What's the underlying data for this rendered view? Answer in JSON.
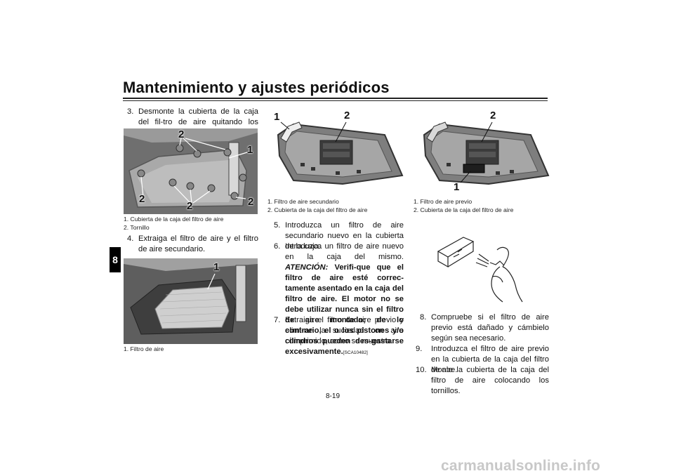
{
  "header": {
    "title": "Mantenimiento y ajustes periódicos",
    "chapter": "8"
  },
  "page_number": "8-19",
  "watermark": "carmanualsonline.info",
  "col1": {
    "step3": {
      "num": "3.",
      "text": "Desmonte la cubierta de la caja del fil-tro de aire quitando los tornillos."
    },
    "fig1": {
      "callouts": [
        "2",
        "1",
        "2",
        "2",
        "2"
      ],
      "captions": [
        "1. Cubierta de la caja del filtro de aire",
        "2. Tornillo"
      ]
    },
    "step4": {
      "num": "4.",
      "text": "Extraiga el filtro de aire y el filtro de aire secundario."
    },
    "fig2": {
      "callouts": [
        "1"
      ],
      "captions": [
        "1. Filtro de aire"
      ]
    }
  },
  "col2": {
    "fig3": {
      "callouts": [
        "1",
        "2"
      ],
      "captions": [
        "1. Filtro de aire secundario",
        "2. Cubierta de la caja del filtro de aire"
      ]
    },
    "step5": {
      "num": "5.",
      "text": "Introduzca un filtro de aire secundario nuevo en la cubierta de la caja."
    },
    "step6": {
      "num": "6.",
      "text": "Introduzca un filtro de aire nuevo en la caja del mismo.",
      "atencion_label": "ATENCIÓN:",
      "atencion_text": "Verifi-que que el filtro de aire esté correc-tamente asentado en la caja del filtro de aire. El motor no se debe utilizar nunca sin el filtro de aire montado; de lo contrario, el o los pistones y/o cilindros pueden des-gastarse excesivamente.",
      "code": "[SCA10482]"
    },
    "step7": {
      "num": "7.",
      "text": "Extraiga el filtro de aire previo y elimi-ne la suciedad con aire comprimido, como se muestra."
    }
  },
  "col3": {
    "fig4": {
      "callouts": [
        "2",
        "1"
      ],
      "captions": [
        "1. Filtro de aire previo",
        "2. Cubierta de la caja del filtro de aire"
      ]
    },
    "step8": {
      "num": "8.",
      "text": "Compruebe si el filtro de aire previo está dañado y cámbielo según sea necesario."
    },
    "step9": {
      "num": "9.",
      "text": "Introduzca el filtro de aire previo en la cubierta de la caja del filtro de aire."
    },
    "step10": {
      "num": "10.",
      "text": "Monte la cubierta de la caja del filtro de aire colocando los tornillos."
    }
  }
}
